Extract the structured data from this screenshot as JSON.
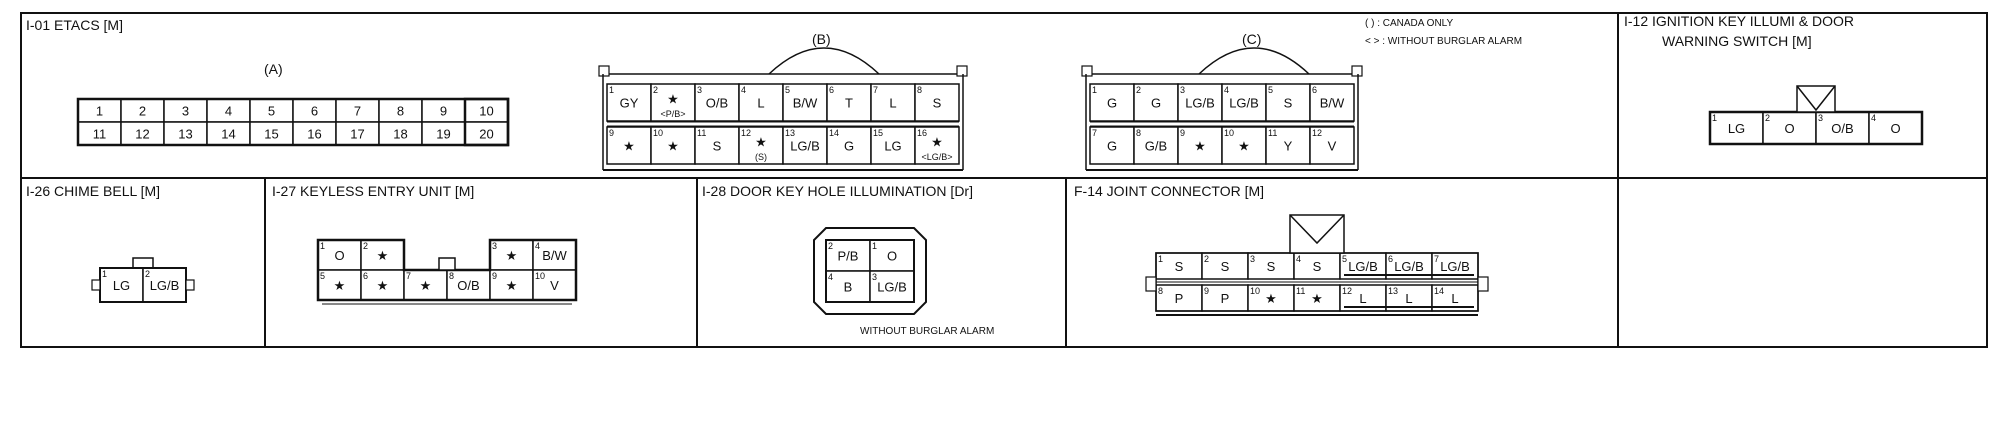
{
  "legend": {
    "canada": "(   ) : CANADA ONLY",
    "burglar": "<   > : WITHOUT BURGLAR ALARM"
  },
  "panels": {
    "i01": {
      "title": "I-01 ETACS [M]",
      "sub_a": "(A)",
      "sub_b": "(B)",
      "sub_c": "(C)",
      "a_row1": [
        "1",
        "2",
        "3",
        "4",
        "5",
        "6",
        "7",
        "8",
        "9",
        "10"
      ],
      "a_row2": [
        "11",
        "12",
        "13",
        "14",
        "15",
        "16",
        "17",
        "18",
        "19",
        "20"
      ],
      "b_top": [
        {
          "pin": "1",
          "v": "GY"
        },
        {
          "pin": "2",
          "v": "★",
          "sub": "<P/B>"
        },
        {
          "pin": "3",
          "v": "O/B"
        },
        {
          "pin": "4",
          "v": "L"
        },
        {
          "pin": "5",
          "v": "B/W"
        },
        {
          "pin": "6",
          "v": "T"
        },
        {
          "pin": "7",
          "v": "L"
        },
        {
          "pin": "8",
          "v": "S"
        }
      ],
      "b_bot": [
        {
          "pin": "9",
          "v": "★"
        },
        {
          "pin": "10",
          "v": "★"
        },
        {
          "pin": "11",
          "v": "S"
        },
        {
          "pin": "12",
          "v": "★",
          "sub": "(S)"
        },
        {
          "pin": "13",
          "v": "LG/B"
        },
        {
          "pin": "14",
          "v": "G"
        },
        {
          "pin": "15",
          "v": "LG"
        },
        {
          "pin": "16",
          "v": "★",
          "sub": "<LG/B>"
        }
      ],
      "c_top": [
        {
          "pin": "1",
          "v": "G"
        },
        {
          "pin": "2",
          "v": "G"
        },
        {
          "pin": "3",
          "v": "LG/B"
        },
        {
          "pin": "4",
          "v": "LG/B"
        },
        {
          "pin": "5",
          "v": "S"
        },
        {
          "pin": "6",
          "v": "B/W"
        }
      ],
      "c_bot": [
        {
          "pin": "7",
          "v": "G"
        },
        {
          "pin": "8",
          "v": "G/B"
        },
        {
          "pin": "9",
          "v": "★"
        },
        {
          "pin": "10",
          "v": "★"
        },
        {
          "pin": "11",
          "v": "Y"
        },
        {
          "pin": "12",
          "v": "V"
        }
      ]
    },
    "i12": {
      "title_line1": "I-12 IGNITION KEY ILLUMI & DOOR",
      "title_line2": "WARNING SWITCH [M]",
      "cells": [
        {
          "pin": "1",
          "v": "LG"
        },
        {
          "pin": "2",
          "v": "O"
        },
        {
          "pin": "3",
          "v": "O/B"
        },
        {
          "pin": "4",
          "v": "O"
        }
      ]
    },
    "i26": {
      "title": "I-26 CHIME BELL [M]",
      "cells": [
        {
          "pin": "1",
          "v": "LG"
        },
        {
          "pin": "2",
          "v": "LG/B"
        }
      ]
    },
    "i27": {
      "title": "I-27 KEYLESS ENTRY UNIT [M]",
      "left_top": [
        {
          "pin": "1",
          "v": "O"
        },
        {
          "pin": "2",
          "v": "★"
        }
      ],
      "left_bot": [
        {
          "pin": "5",
          "v": "★"
        },
        {
          "pin": "6",
          "v": "★"
        },
        {
          "pin": "7",
          "v": "★"
        },
        {
          "pin": "8",
          "v": "O/B"
        }
      ],
      "right_top": [
        {
          "pin": "3",
          "v": "★"
        },
        {
          "pin": "4",
          "v": "B/W"
        }
      ],
      "right_bot": [
        {
          "pin": "9",
          "v": "★"
        },
        {
          "pin": "10",
          "v": "V"
        }
      ]
    },
    "i28": {
      "title": "I-28 DOOR KEY HOLE ILLUMINATION [Dr]",
      "cells": [
        {
          "pin": "2",
          "v": "P/B"
        },
        {
          "pin": "1",
          "v": "O"
        },
        {
          "pin": "4",
          "v": "B"
        },
        {
          "pin": "3",
          "v": "LG/B"
        }
      ],
      "note": "WITHOUT BURGLAR ALARM"
    },
    "f14": {
      "title": "F-14 JOINT CONNECTOR [M]",
      "top": [
        {
          "pin": "1",
          "v": "S"
        },
        {
          "pin": "2",
          "v": "S"
        },
        {
          "pin": "3",
          "v": "S"
        },
        {
          "pin": "4",
          "v": "S"
        },
        {
          "pin": "5",
          "v": "LG/B"
        },
        {
          "pin": "6",
          "v": "LG/B"
        },
        {
          "pin": "7",
          "v": "LG/B"
        }
      ],
      "bot": [
        {
          "pin": "8",
          "v": "P"
        },
        {
          "pin": "9",
          "v": "P"
        },
        {
          "pin": "10",
          "v": "★"
        },
        {
          "pin": "11",
          "v": "★"
        },
        {
          "pin": "12",
          "v": "L"
        },
        {
          "pin": "13",
          "v": "L"
        },
        {
          "pin": "14",
          "v": "L"
        }
      ]
    }
  }
}
